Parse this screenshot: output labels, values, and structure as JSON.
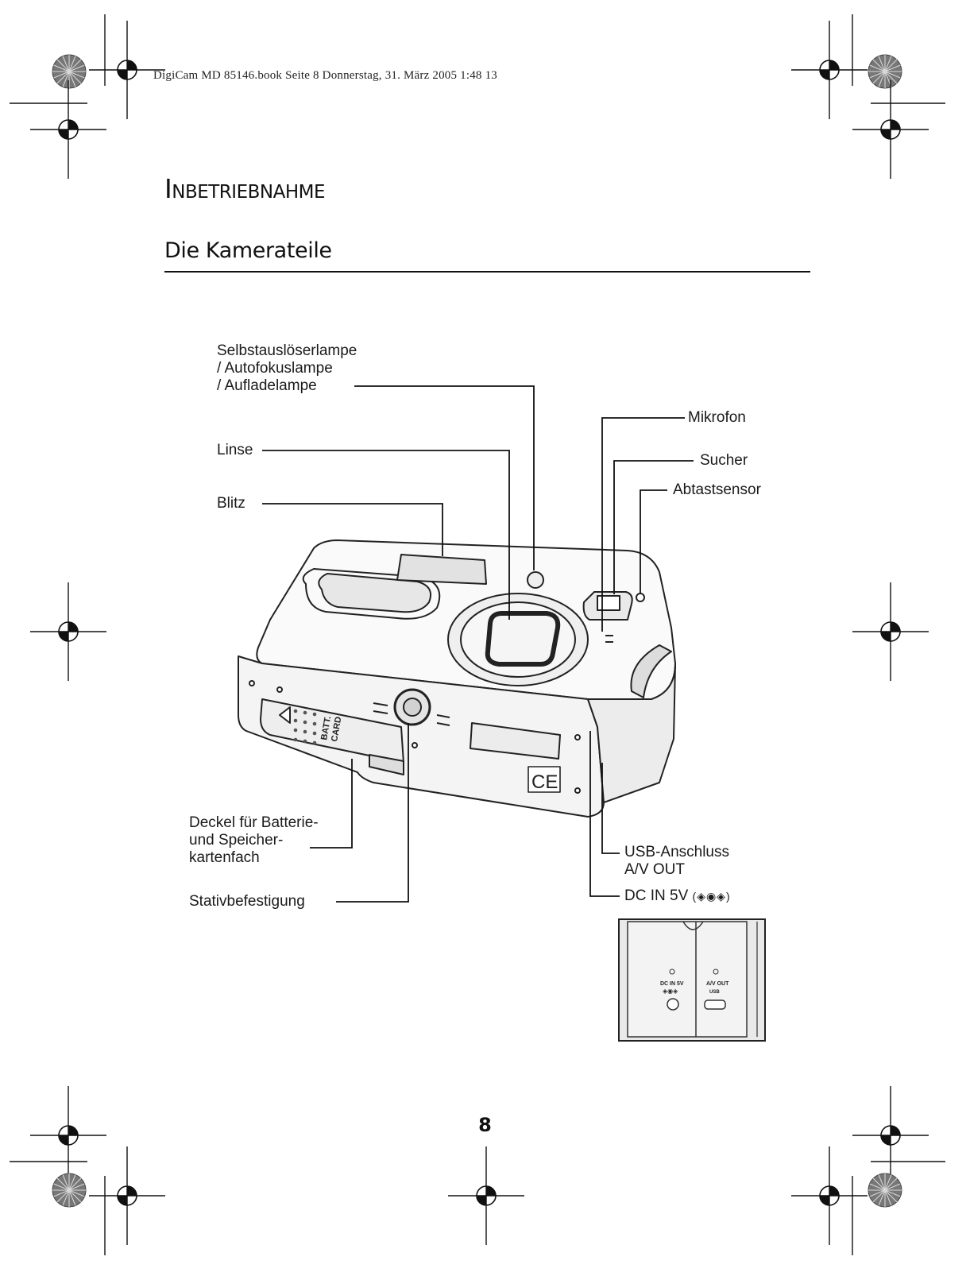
{
  "header": {
    "print_line": "DigiCam MD 85146.book  Seite 8  Donnerstag, 31. März 2005  1:48 13"
  },
  "chapter_title": "Inbetriebnahme",
  "section_title": "Die Kamerateile",
  "figure": {
    "labels": {
      "selbstausloeser_1": "Selbstauslöserlampe",
      "selbstausloeser_2": "/ Autofokuslampe",
      "selbstausloeser_3": "/ Aufladelampe",
      "linse": "Linse",
      "blitz": "Blitz",
      "mikrofon": "Mikrofon",
      "sucher": "Sucher",
      "abtastsensor": "Abtastsensor",
      "deckel_1": "Deckel für Batterie-",
      "deckel_2": "und Speicher-",
      "deckel_3": "kartenfach",
      "stativ": "Stativbefestigung",
      "usb": "USB-Anschluss",
      "av_out": "A/V OUT",
      "dc_in": "DC IN 5V",
      "dc_symbol": "(◈◉◈)"
    },
    "camera_markings": {
      "batt_card_1": "BATT.",
      "batt_card_2": "CARD",
      "ce": "CE",
      "inset_dc_1": "DC IN 5V",
      "inset_dc_2": "◈◉◈",
      "inset_av_1": "A/V OUT",
      "inset_av_2": "USB"
    }
  },
  "page_number": "8"
}
